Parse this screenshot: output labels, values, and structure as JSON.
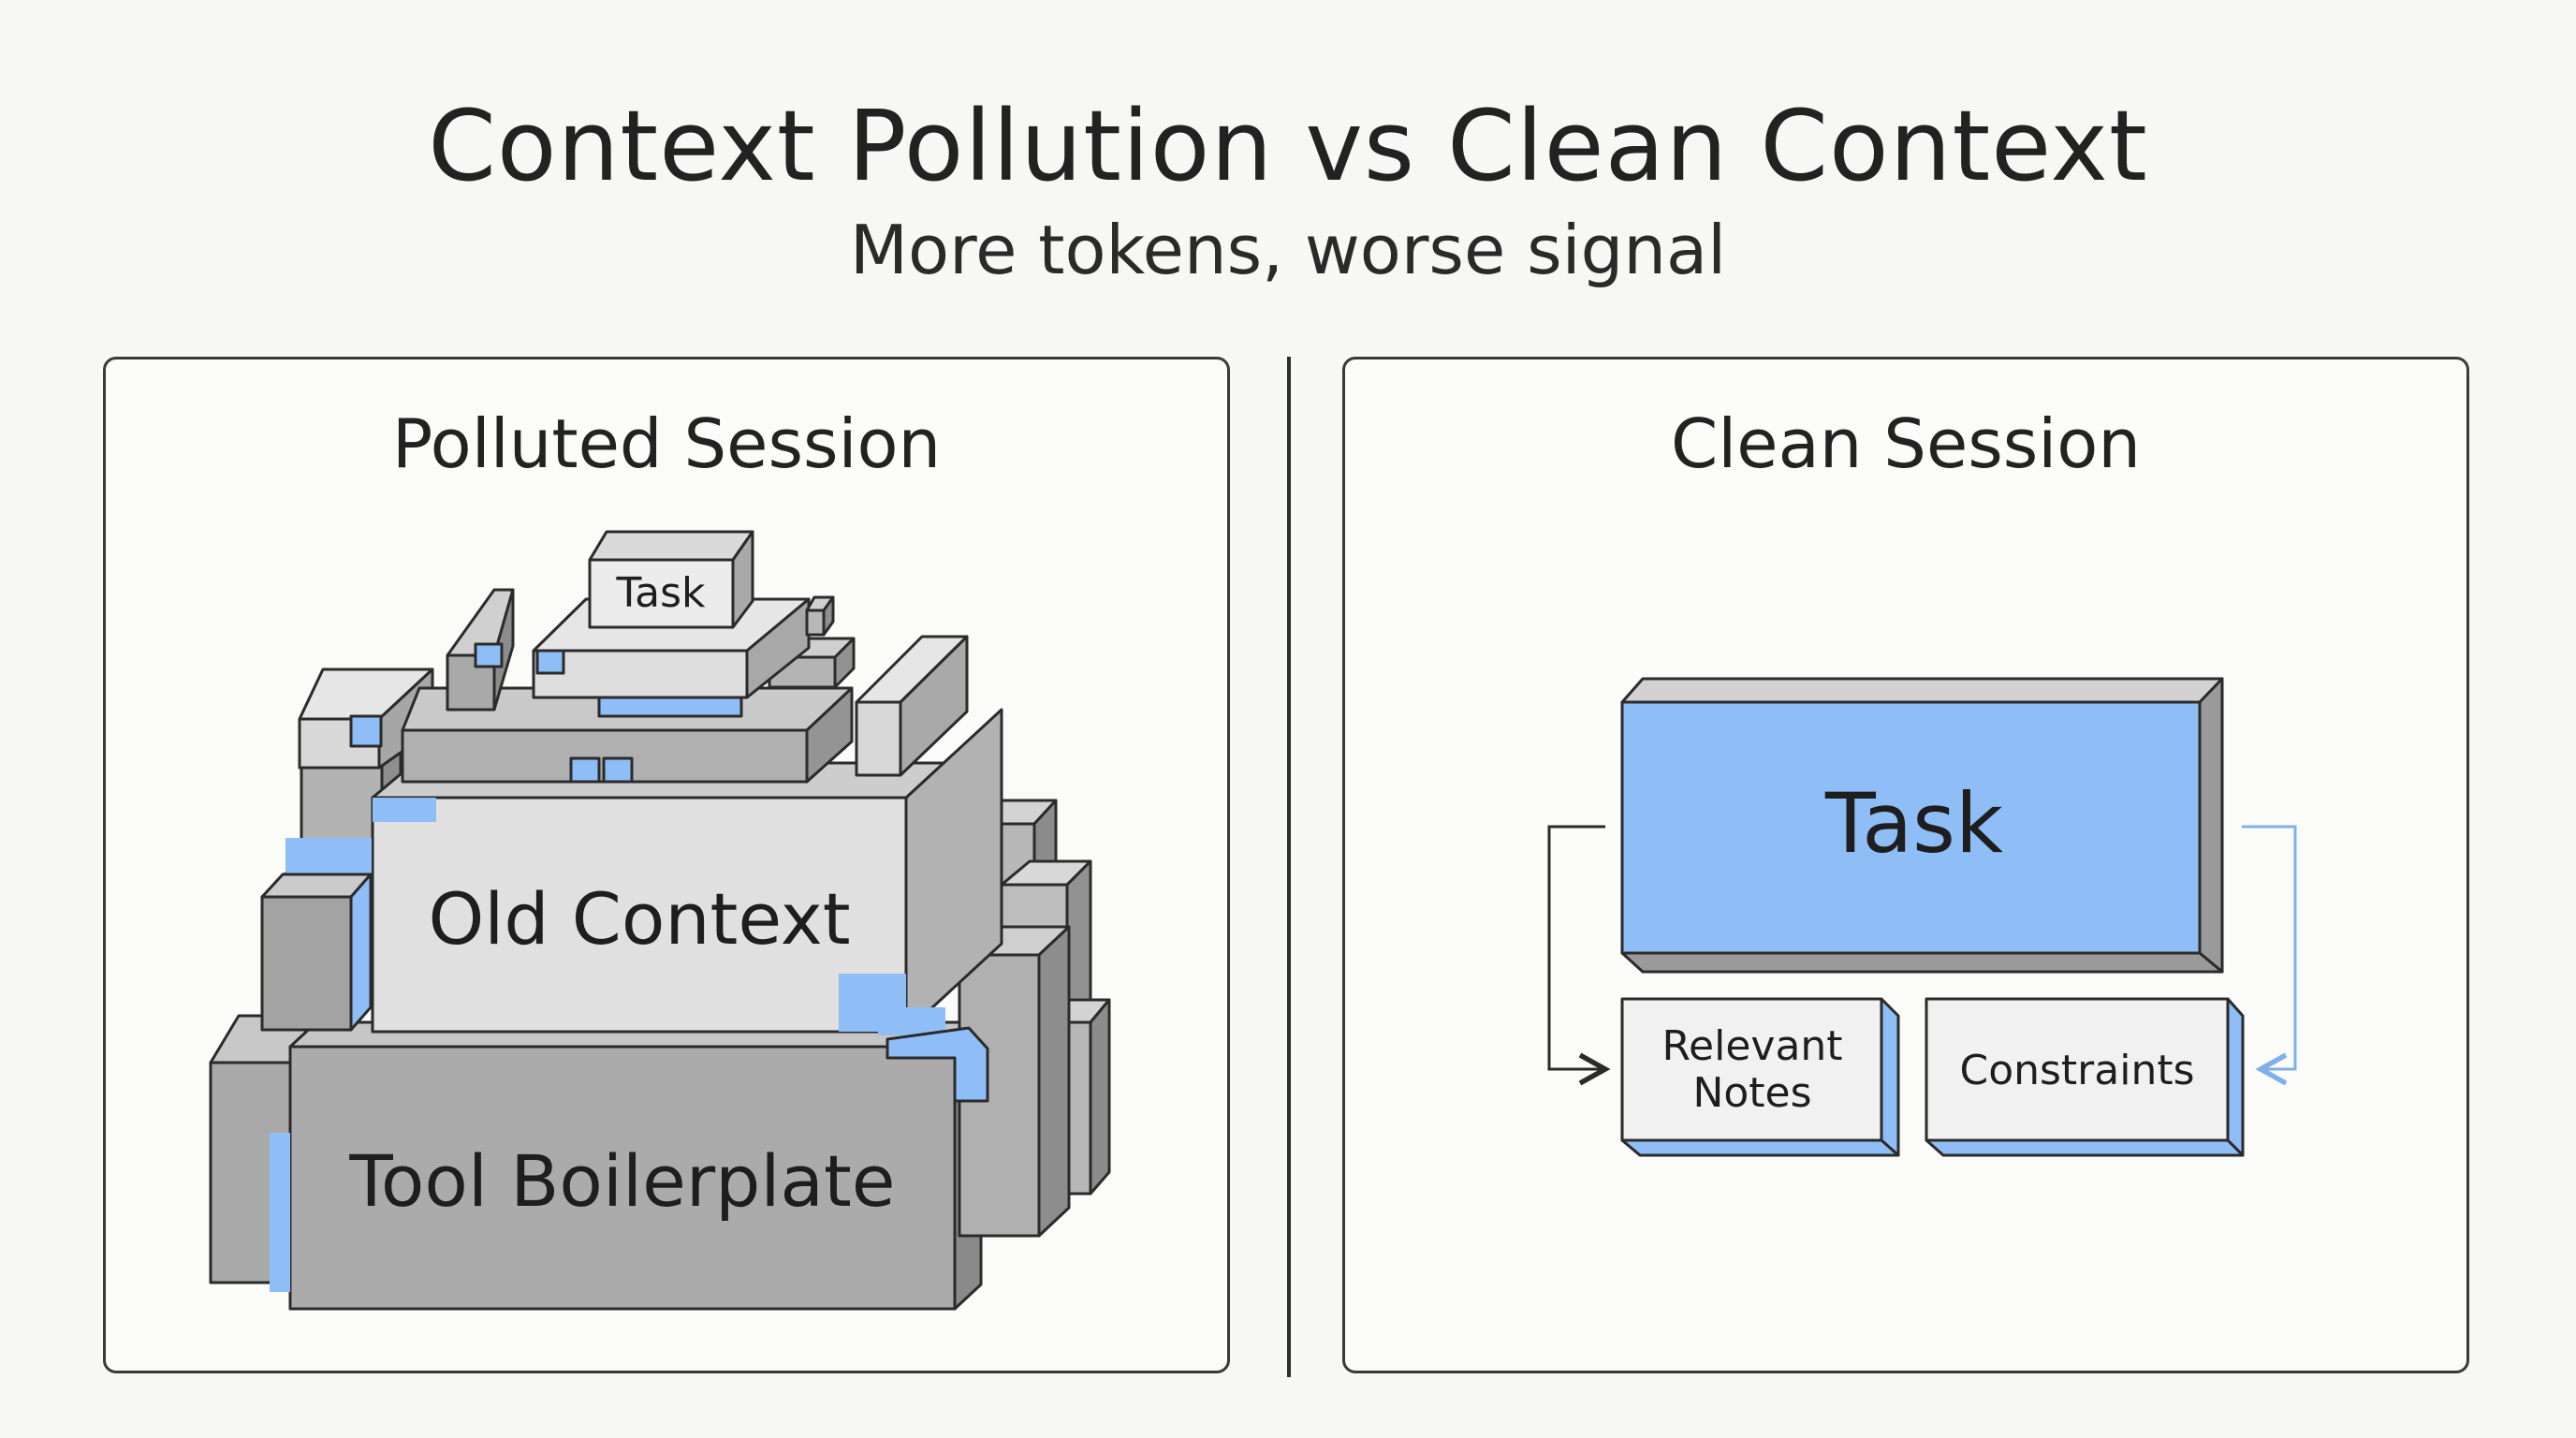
{
  "header": {
    "title": "Context Pollution vs Clean Context",
    "subtitle": "More tokens, worse signal"
  },
  "polluted": {
    "title": "Polluted Session",
    "task_label": "Task",
    "old_context_label": "Old Context",
    "tool_boilerplate_label": "Tool Boilerplate"
  },
  "clean": {
    "title": "Clean Session",
    "task_label": "Task",
    "relevant_notes_line1": "Relevant",
    "relevant_notes_line2": "Notes",
    "constraints_label": "Constraints"
  },
  "colors": {
    "accent_blue": "#8fbdf5",
    "block_gray_light": "#dcdcdc",
    "block_gray_mid": "#b9b9b9",
    "block_gray_dark": "#9a9a9a",
    "outline": "#2b2b2b"
  }
}
